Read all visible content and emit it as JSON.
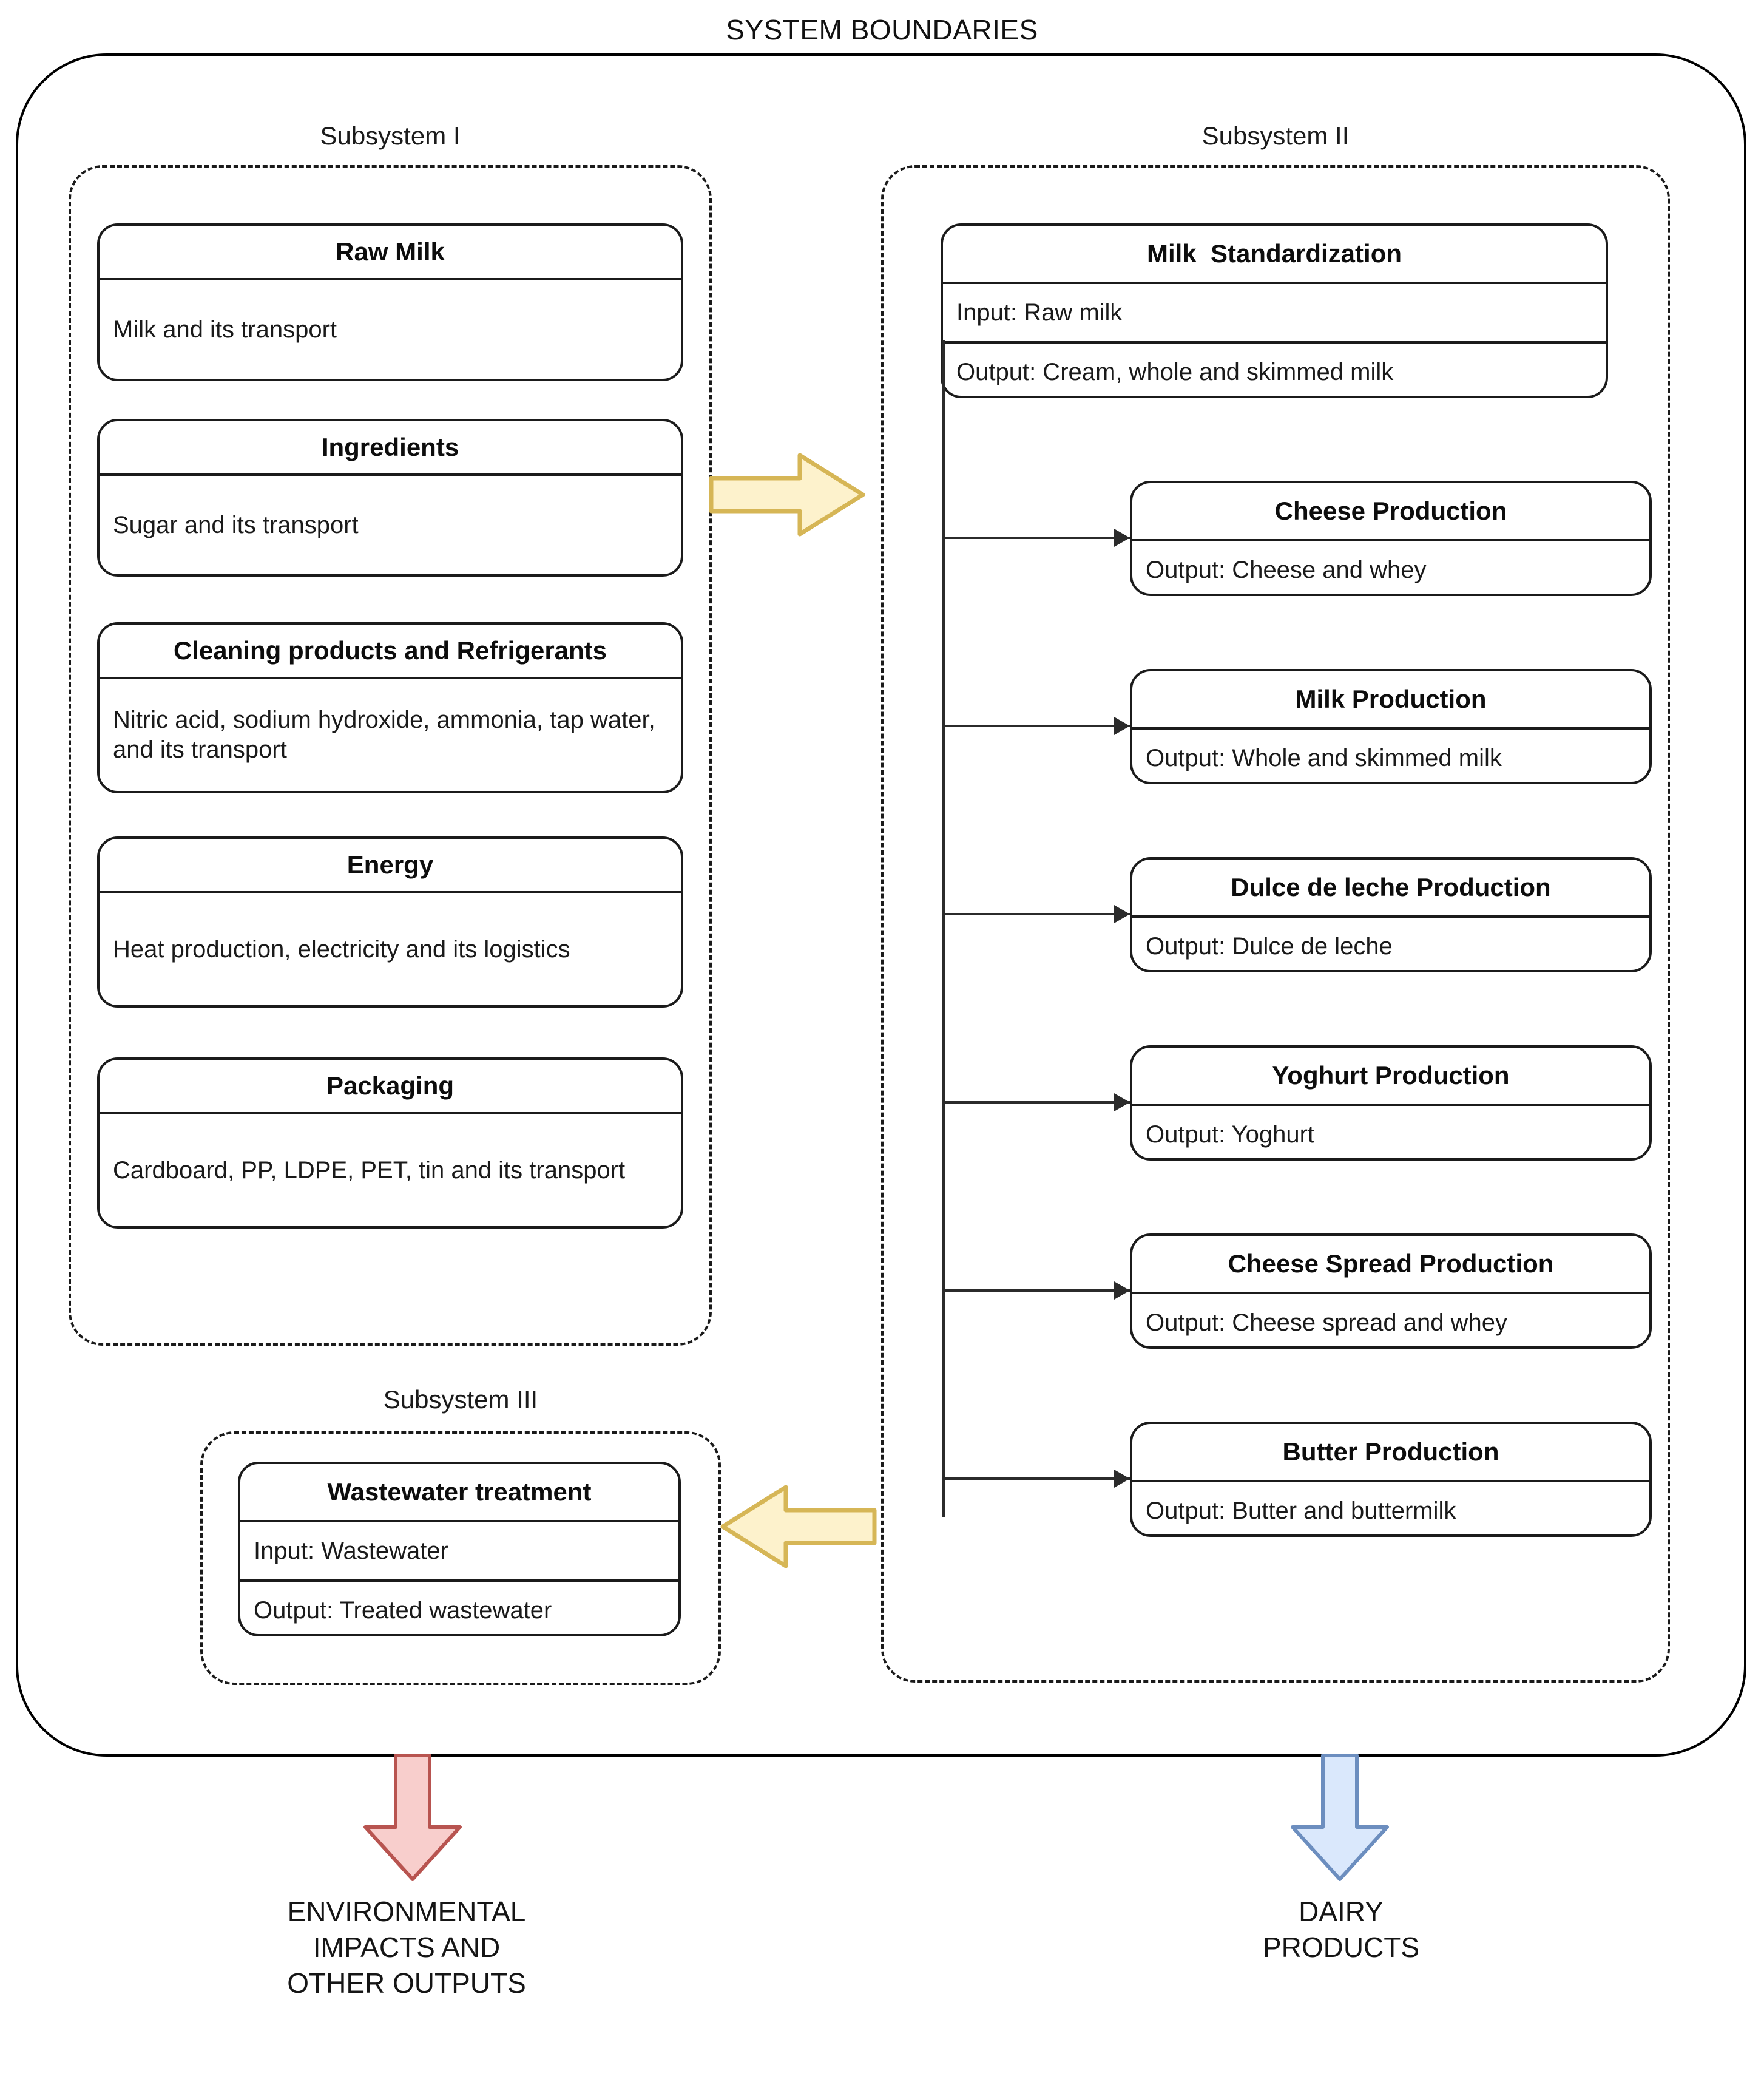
{
  "title": "SYSTEM BOUNDARIES",
  "subsystems": {
    "one": {
      "label": "Subsystem I"
    },
    "two": {
      "label": "Subsystem II"
    },
    "three": {
      "label": "Subsystem III"
    }
  },
  "subsystem_one_cards": [
    {
      "title": "Raw Milk",
      "body": "Milk and its transport"
    },
    {
      "title": "Ingredients",
      "body": "Sugar and its transport"
    },
    {
      "title": "Cleaning products and Refrigerants",
      "body": "Nitric acid, sodium hydroxide, ammonia, tap water, and its transport"
    },
    {
      "title": "Energy",
      "body": "Heat production, electricity and its logistics"
    },
    {
      "title": "Packaging",
      "body": "Cardboard, PP, LDPE, PET, tin and its transport"
    }
  ],
  "milk_standardization": {
    "title": "Milk  Standardization",
    "input": "Input: Raw milk",
    "output": "Output: Cream, whole and skimmed milk"
  },
  "production_cards": [
    {
      "title": "Cheese Production",
      "output": "Output: Cheese and whey"
    },
    {
      "title": "Milk Production",
      "output": "Output: Whole and skimmed milk"
    },
    {
      "title": "Dulce de leche Production",
      "output": "Output: Dulce de leche"
    },
    {
      "title": "Yoghurt Production",
      "output": "Output: Yoghurt"
    },
    {
      "title": "Cheese Spread Production",
      "output": "Output: Cheese spread and whey"
    },
    {
      "title": "Butter Production",
      "output": "Output: Butter and buttermilk"
    }
  ],
  "wastewater": {
    "title": "Wastewater treatment",
    "input": "Input: Wastewater",
    "output": "Output: Treated wastewater"
  },
  "outputs": {
    "environmental": "ENVIRONMENTAL\nIMPACTS AND\nOTHER OUTPUTS",
    "dairy": "DAIRY\nPRODUCTS"
  },
  "colors": {
    "yellow_arrow_fill": "#FDF2CC",
    "yellow_arrow_stroke": "#D6B656",
    "red_arrow_fill": "#F8CECC",
    "red_arrow_stroke": "#B85450",
    "blue_arrow_fill": "#DAE8FC",
    "blue_arrow_stroke": "#6C8EBF",
    "line": "#1b1b1b"
  }
}
